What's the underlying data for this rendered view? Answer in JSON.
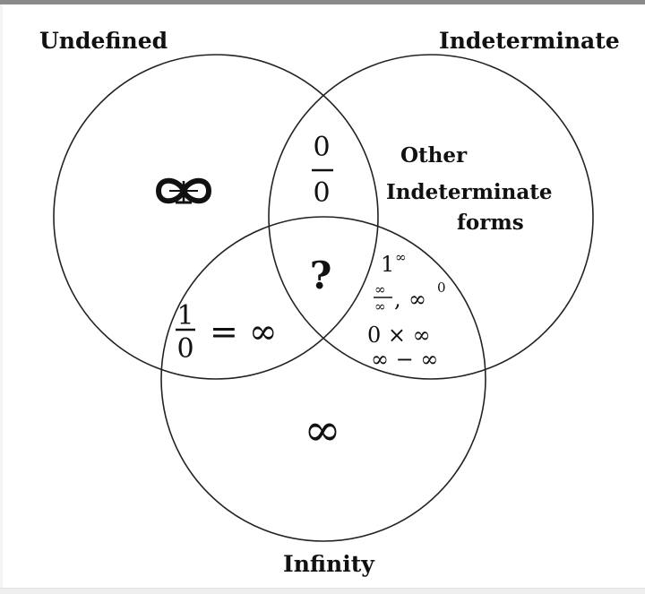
{
  "diagram": {
    "type": "venn",
    "sets": [
      {
        "id": "undefined",
        "label": "Undefined"
      },
      {
        "id": "indeterminate",
        "label": "Indeterminate"
      },
      {
        "id": "infinity",
        "label": "Infinity"
      }
    ],
    "regions": {
      "undefined_only": {
        "symbol": "⚮",
        "description": "undefined-symbol"
      },
      "undefined_indeterminate": {
        "numerator": "0",
        "denominator": "0"
      },
      "all_three": {
        "text": "?"
      },
      "indeterminate_only": {
        "lines": [
          "Other",
          "Indeterminate",
          "forms"
        ]
      },
      "indeterminate_infinity": {
        "forms": [
          {
            "base": "1",
            "exp": "∞"
          },
          {
            "frac_num": "∞",
            "frac_den": "∞",
            "sep": ",",
            "base": "∞",
            "exp": "0"
          },
          {
            "text": "0 × ∞"
          },
          {
            "text": "∞ − ∞"
          }
        ]
      },
      "undefined_infinity": {
        "numerator": "1",
        "denominator": "0",
        "rest": "= ∞"
      },
      "infinity_only": {
        "text": "∞"
      }
    }
  },
  "colors": {
    "outline": "#222222",
    "inner_outline": "#8c8c8c",
    "text": "#111111",
    "background": "#ffffff"
  }
}
